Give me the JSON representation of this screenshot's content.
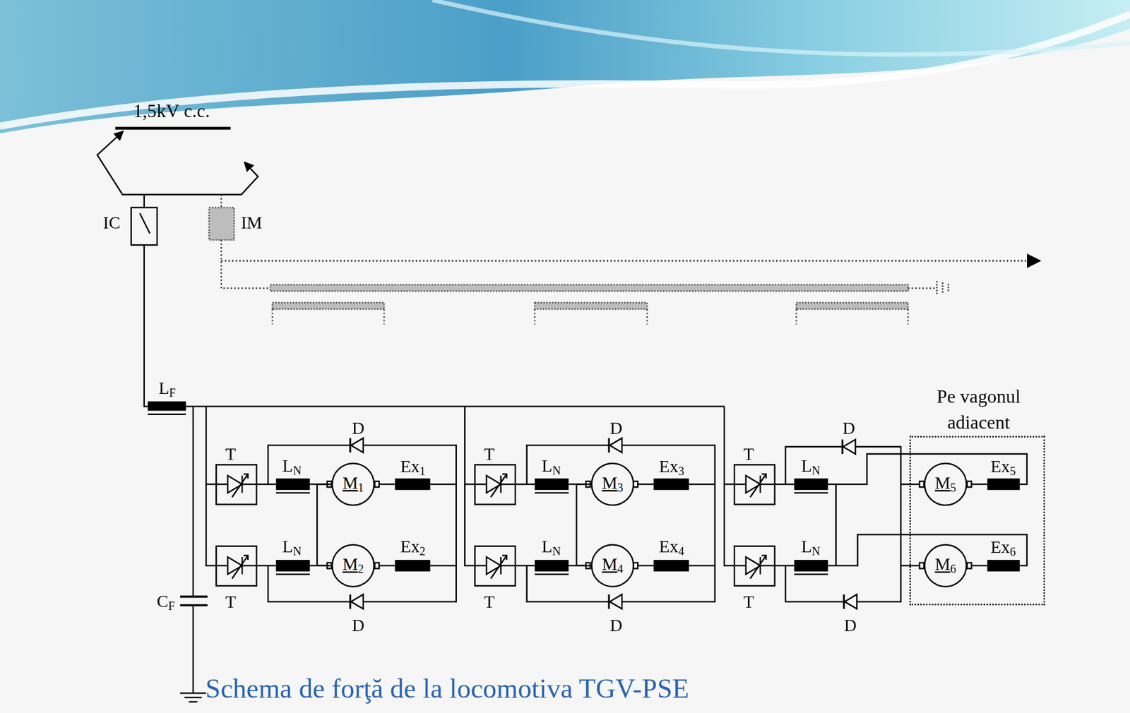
{
  "diagram": {
    "title": "Schema de forţă de la locomotiva TGV-PSE",
    "nodes": [
      {
        "text": [
          "M1"
        ]
      },
      {
        "text": [
          "M2"
        ]
      },
      {
        "text": [
          "M3"
        ]
      },
      {
        "text": [
          "M4"
        ]
      },
      {
        "text": [
          "Pe vagonul adiacent"
        ]
      },
      {
        "text": [
          "M5"
        ],
        "in": 4
      },
      {
        "text": [
          "M6"
        ],
        "in": 4
      }
    ],
    "edges": [
      {
        "from": 0,
        "to": 1,
        "arrow": "none"
      },
      {
        "from": 2,
        "to": 3,
        "arrow": "none"
      }
    ],
    "labels": [
      "1,5kV c.c.",
      "IC",
      "IM",
      "LF",
      "T",
      "LN",
      "D",
      "Ex1",
      "LN",
      "Ex2",
      "T",
      "D",
      "T",
      "LN",
      "D",
      "Ex3",
      "LN",
      "Ex4",
      "T",
      "D",
      "T",
      "LN",
      "D",
      "LN",
      "T",
      "D",
      "Ex5",
      "Ex6",
      "CF"
    ]
  }
}
